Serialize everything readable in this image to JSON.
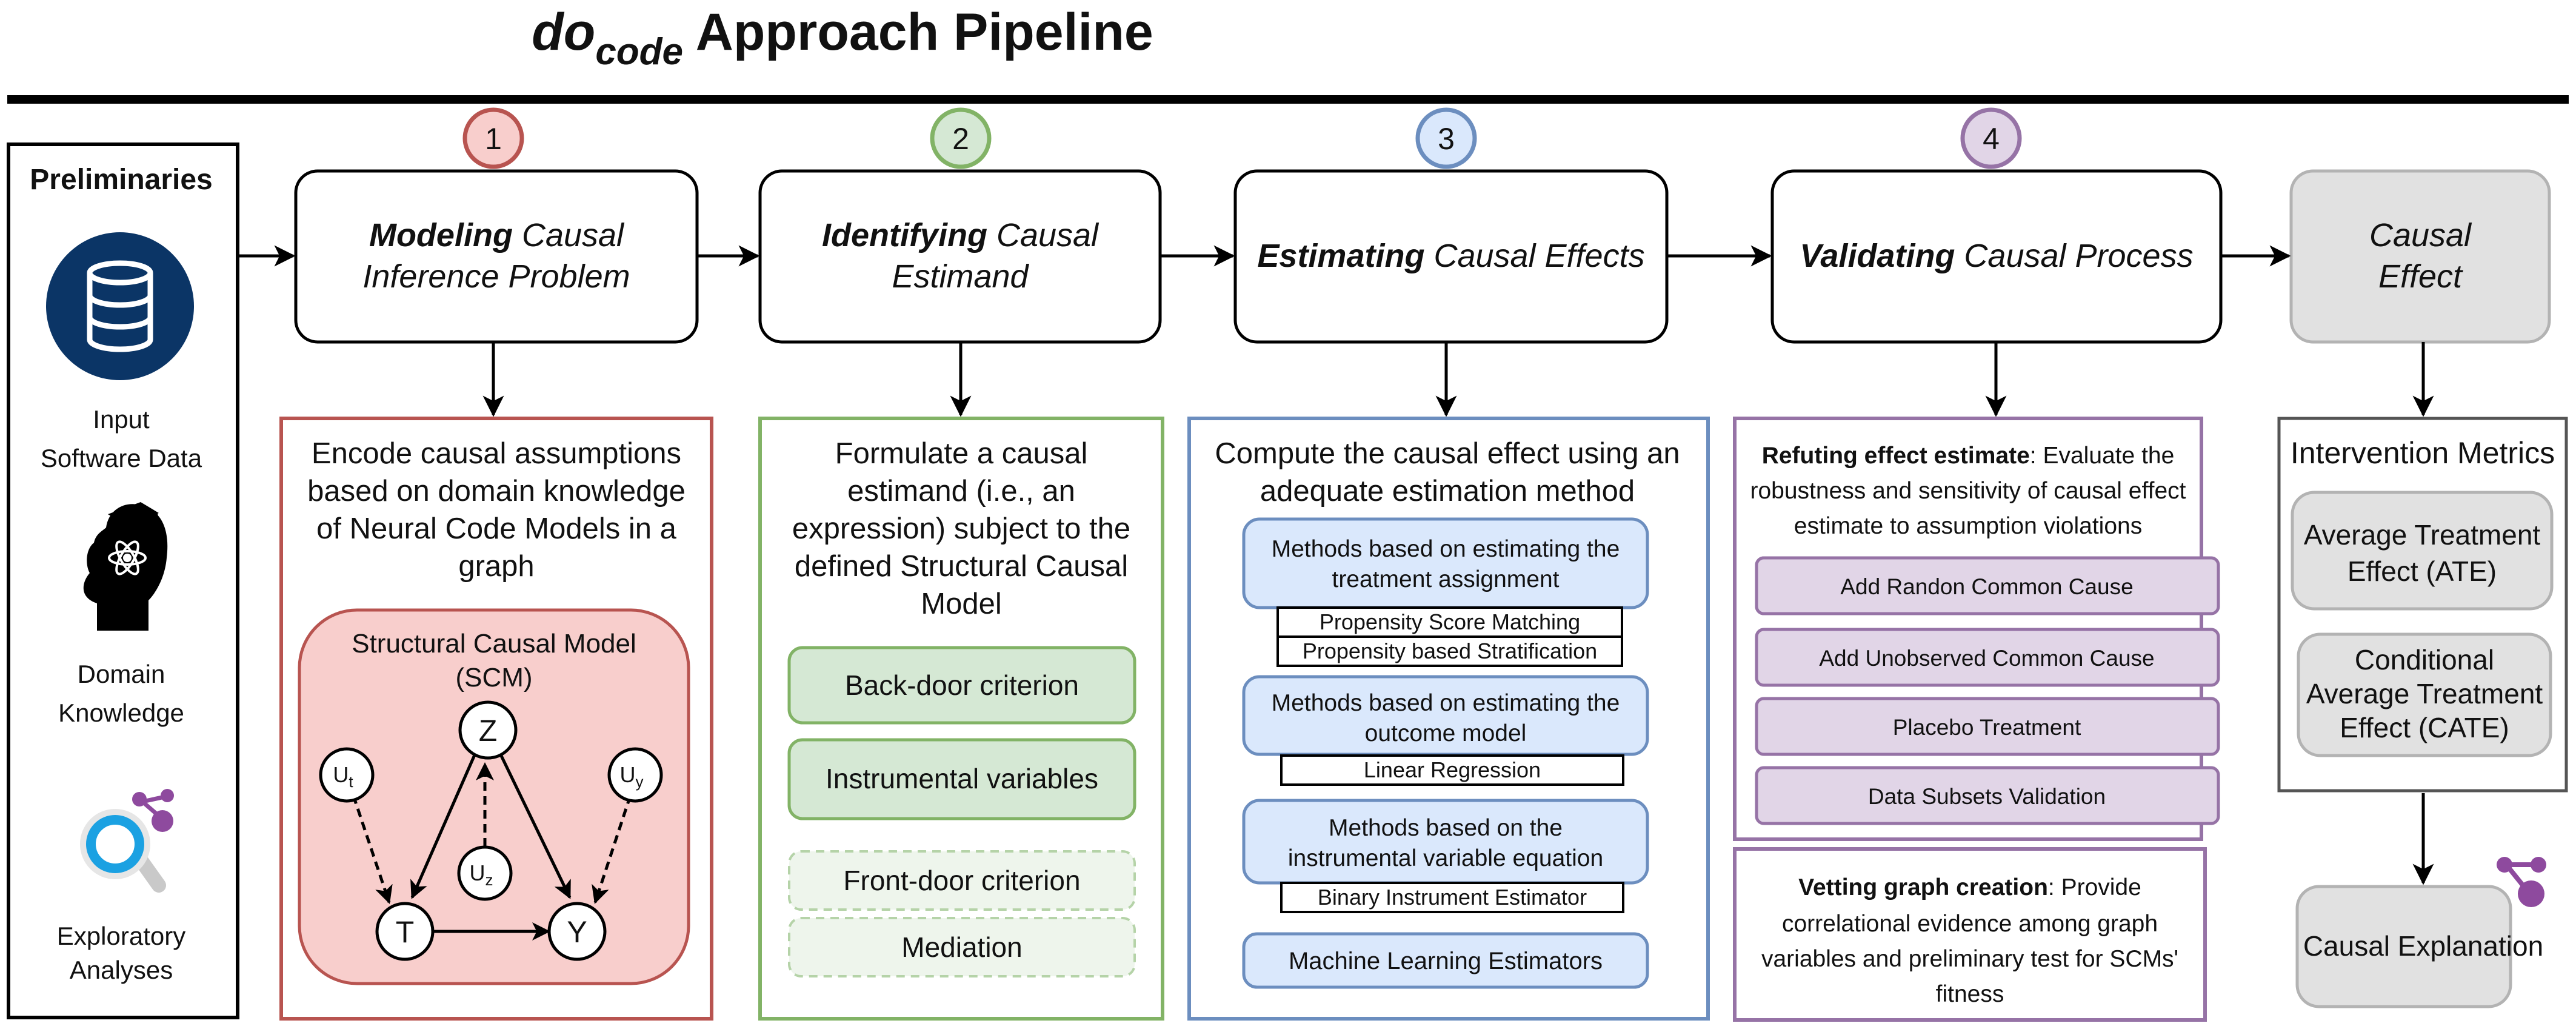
{
  "title": {
    "prefix": "do",
    "subscript": "code",
    "rest": " Approach Pipeline"
  },
  "preliminaries": {
    "heading": "Preliminaries",
    "items": [
      {
        "icon": "database-icon",
        "label_lines": [
          "Input",
          "Software Data"
        ]
      },
      {
        "icon": "head-knowledge-icon",
        "label_lines": [
          "Domain",
          "Knowledge"
        ]
      },
      {
        "icon": "magnifier-icon",
        "label_lines": [
          "Exploratory",
          "Analyses"
        ]
      }
    ]
  },
  "steps": [
    {
      "number": "1",
      "bold": "Modeling",
      "rest": " Causal",
      "line2": "Inference Problem"
    },
    {
      "number": "2",
      "bold": "Identifying",
      "rest": " Causal",
      "line2": "Estimand"
    },
    {
      "number": "3",
      "bold": "Estimating",
      "rest": " Causal Effects",
      "line2": ""
    },
    {
      "number": "4",
      "bold": "Validating",
      "rest": " Causal Process",
      "line2": ""
    }
  ],
  "final_step": {
    "line1": "Causal",
    "line2": "Effect"
  },
  "modeling_panel": {
    "text_lines": [
      "Encode causal assumptions",
      "based on domain knowledge",
      "of Neural Code Models in a",
      "graph"
    ],
    "scm_title_lines": [
      "Structural Causal Model",
      "(SCM)"
    ],
    "nodes": {
      "z": "Z",
      "t": "T",
      "y": "Y",
      "ut": "U",
      "ut_sub": "t",
      "uz": "U",
      "uz_sub": "z",
      "uy": "U",
      "uy_sub": "y"
    }
  },
  "identifying_panel": {
    "text_lines": [
      "Formulate a causal",
      "estimand (i.e., an",
      "expression) subject to the",
      "defined Structural Causal",
      "Model"
    ],
    "criteria": [
      "Back-door criterion",
      "Instrumental variables"
    ],
    "faded_criteria": [
      "Front-door criterion",
      "Mediation"
    ]
  },
  "estimating_panel": {
    "text_lines": [
      "Compute the causal effect using an",
      "adequate estimation method"
    ],
    "groups": [
      {
        "title_lines": [
          "Methods based on estimating the",
          "treatment assignment"
        ],
        "methods": [
          "Propensity Score Matching",
          "Propensity based Stratification"
        ]
      },
      {
        "title_lines": [
          "Methods based on estimating the",
          "outcome model"
        ],
        "methods": [
          "Linear Regression"
        ]
      },
      {
        "title_lines": [
          "Methods based on the",
          "instrumental variable equation"
        ],
        "methods": [
          "Binary Instrument Estimator"
        ]
      }
    ],
    "ml_estimators": "Machine Learning Estimators"
  },
  "validating_panel": {
    "refute_bold": "Refuting effect estimate",
    "refute_line1_rest": ": Evaluate the",
    "refute_lines": [
      "robustness and sensitivity of causal effect",
      "estimate to assumption violations"
    ],
    "refuters": [
      "Add Randon Common Cause",
      "Add Unobserved Common Cause",
      "Placebo Treatment",
      "Data Subsets Validation"
    ],
    "vetting_bold": "Vetting graph creation",
    "vetting_line1_rest": ": Provide",
    "vetting_lines": [
      "correlational evidence among graph",
      "variables and preliminary test for SCMs'",
      "fitness"
    ]
  },
  "metrics_panel": {
    "title": "Intervention Metrics",
    "metrics": [
      {
        "lines": [
          "Average Treatment",
          "Effect (ATE)"
        ]
      },
      {
        "lines": [
          "Conditional",
          "Average Treatment",
          "Effect (CATE)"
        ]
      }
    ]
  },
  "explanation": {
    "label": "Causal Explanation"
  },
  "colors": {
    "step1": "#b85450",
    "step1_fill": "#f8cecc",
    "step2": "#82b366",
    "step2_fill": "#d5e8d4",
    "step3": "#6c8ebf",
    "step3_fill": "#dae8fc",
    "step4": "#9673a6",
    "step4_fill": "#e1d5e7",
    "final_fill": "#e1e1e1",
    "final_stroke": "#b3b3b3",
    "database_blue": "#0b3566",
    "magnifier_blue": "#1ba1e2",
    "accent_purple": "#8e4a9e"
  }
}
